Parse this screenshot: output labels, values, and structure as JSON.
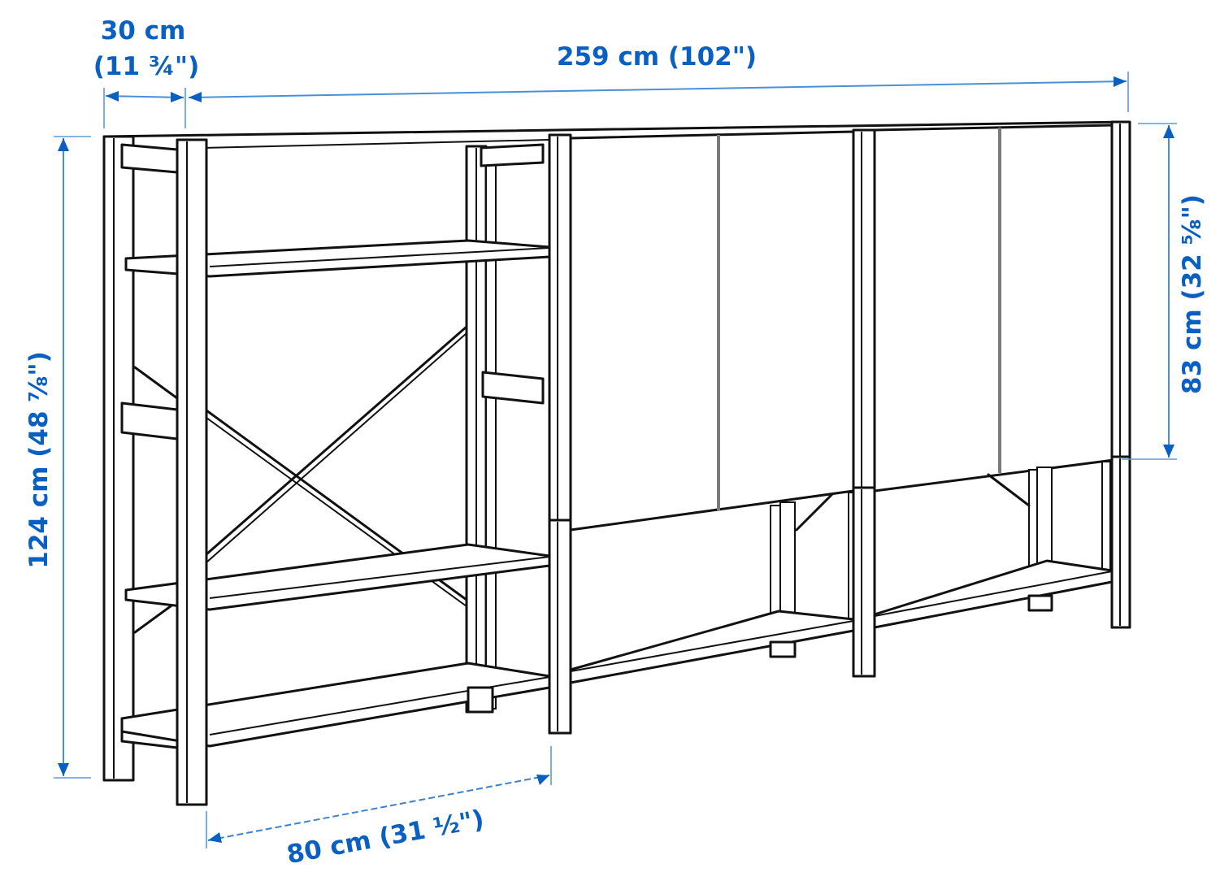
{
  "diagram": {
    "type": "product-dimension-drawing",
    "subject": "Shelving unit with open shelf section and four-door cabinet section",
    "colors": {
      "line": "#111111",
      "dimension": "#0a5fc2",
      "dimension_line": "#4a90d9",
      "background": "#ffffff"
    },
    "dimensions": {
      "depth": {
        "line1": "30 cm",
        "line2": "(11 ¾\")"
      },
      "total_width": {
        "label": "259 cm (102\")"
      },
      "total_height": {
        "label": "124 cm (48 ⅞\")"
      },
      "cabinet_height": {
        "label": "83 cm (32 ⅝\")"
      },
      "section_width": {
        "label": "80 cm (31 ½\")"
      }
    },
    "components": {
      "open_section": {
        "shelves": 4,
        "cross_brace": true
      },
      "cabinet_section": {
        "doors": 4,
        "bottom_shelf": true
      }
    }
  }
}
